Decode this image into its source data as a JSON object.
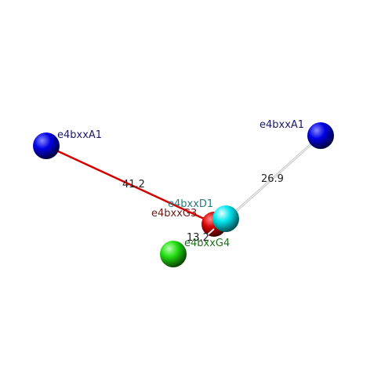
{
  "atoms": [
    {
      "id": "A1-left",
      "label": "e4bxxA1",
      "color": "#0000e6",
      "label_color": "#1a1a66"
    },
    {
      "id": "A1-right",
      "label": "e4bxxA1",
      "color": "#0000e6",
      "label_color": "#1a1a66"
    },
    {
      "id": "D1",
      "label": "e4bxxD1",
      "color": "#00e5ee",
      "label_color": "#2a7a7a"
    },
    {
      "id": "G3",
      "label": "e4bxxG3",
      "color": "#d40000",
      "label_color": "#6b1a1a"
    },
    {
      "id": "G4",
      "label": "e4bxxG4",
      "color": "#22dd11",
      "label_color": "#1f6e1f"
    }
  ],
  "distances": [
    {
      "id": "A1-left-G3",
      "value": "41.2",
      "color": "#d40000"
    },
    {
      "id": "A1-right-D1",
      "value": "26.9",
      "color": "#c8c8c8"
    },
    {
      "id": "G3-G4",
      "value": "13.2",
      "color": "#ffffff"
    }
  ]
}
